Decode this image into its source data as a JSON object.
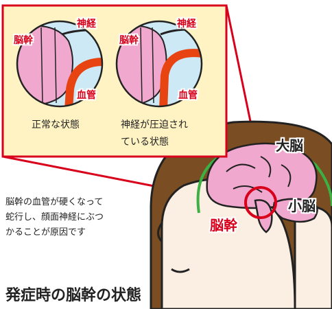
{
  "title": "発症時の脳幹の状態",
  "inset_labels": {
    "left": {
      "nerve": "神経",
      "brainstem": "脳幹",
      "vessel": "血管"
    },
    "right": {
      "nerve": "神経",
      "brainstem": "脳幹",
      "vessel": "血管"
    }
  },
  "captions": {
    "normal": "正常な状態",
    "compressed_line1": "神経が圧迫され",
    "compressed_line2": "ている状態"
  },
  "brain_labels": {
    "cerebrum": "大脳",
    "cerebellum": "小脳",
    "brainstem": "脳幹"
  },
  "note_lines": [
    "脳幹の血管が硬くなって",
    "蛇行し、顔面神経にぶつ",
    "かることが原因です"
  ],
  "colors": {
    "accent_red": "#d9001b",
    "frame_yellow": "#fff3c4",
    "brain_pink": "#f0a8cf",
    "hair_brown": "#7a4d22",
    "skin": "#fbeee3",
    "green_line": "#3cb043",
    "vessel_orange": "#e84412"
  }
}
